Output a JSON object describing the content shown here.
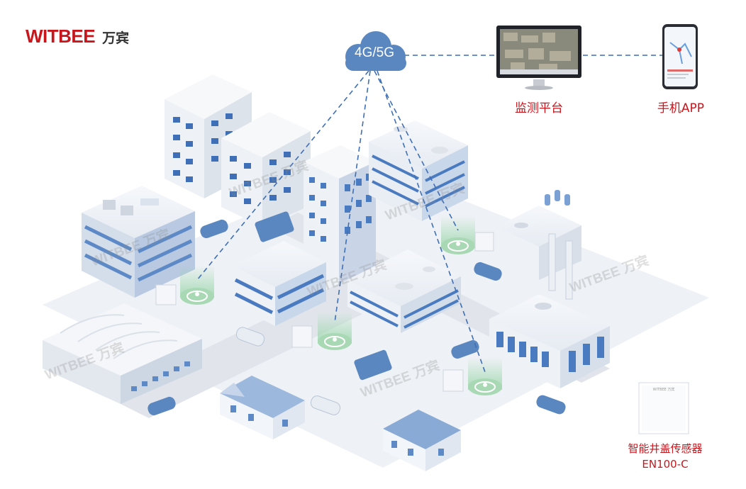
{
  "brand": {
    "name_en": "WITBEE",
    "name_cn": "万宾"
  },
  "network": {
    "label": "4G/5G"
  },
  "platform": {
    "label": "监测平台"
  },
  "mobile": {
    "label": "手机APP"
  },
  "sensor": {
    "name": "智能井盖传感器",
    "model": "EN100-C",
    "device_text": "WITBEE 万宾"
  },
  "watermark": "WITBEE 万宾",
  "colors": {
    "brand_red": "#c8161d",
    "cloud_blue": "#5b87c0",
    "link_blue": "#3f6fb6",
    "signal_green": "#7cc28d"
  }
}
